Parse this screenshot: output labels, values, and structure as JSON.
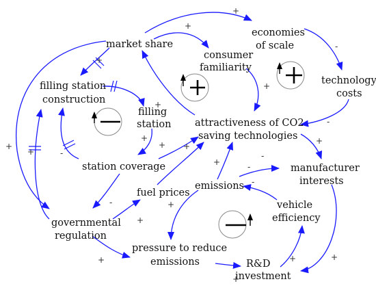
{
  "diagram": {
    "nodes": {
      "market_share": "market share",
      "economies_line1": "economies",
      "economies_line2": "of scale",
      "consumer_line1": "consumer",
      "consumer_line2": "familiarity",
      "tech_costs_line1": "technology",
      "tech_costs_line2": "costs",
      "fsc_line1": "filling station",
      "fsc_line2": "construction",
      "fs_line1": "filling",
      "fs_line2": "station",
      "attract_line1": "attractiveness of CO2",
      "attract_line2": "saving technologies",
      "station_coverage": "station coverage",
      "manuf_line1": "manufacturer",
      "manuf_line2": "interests",
      "fuel_prices": "fuel prices",
      "emissions": "emissions",
      "vehicle_line1": "vehicle",
      "vehicle_line2": "efficiency",
      "gov_line1": "governmental",
      "gov_line2": "regulation",
      "pressure_line1": "pressure to reduce",
      "pressure_line2": "emissions",
      "rd_line1": "R&D",
      "rd_line2": "investment"
    },
    "polarity": {
      "plus": "+",
      "minus": "-"
    }
  }
}
